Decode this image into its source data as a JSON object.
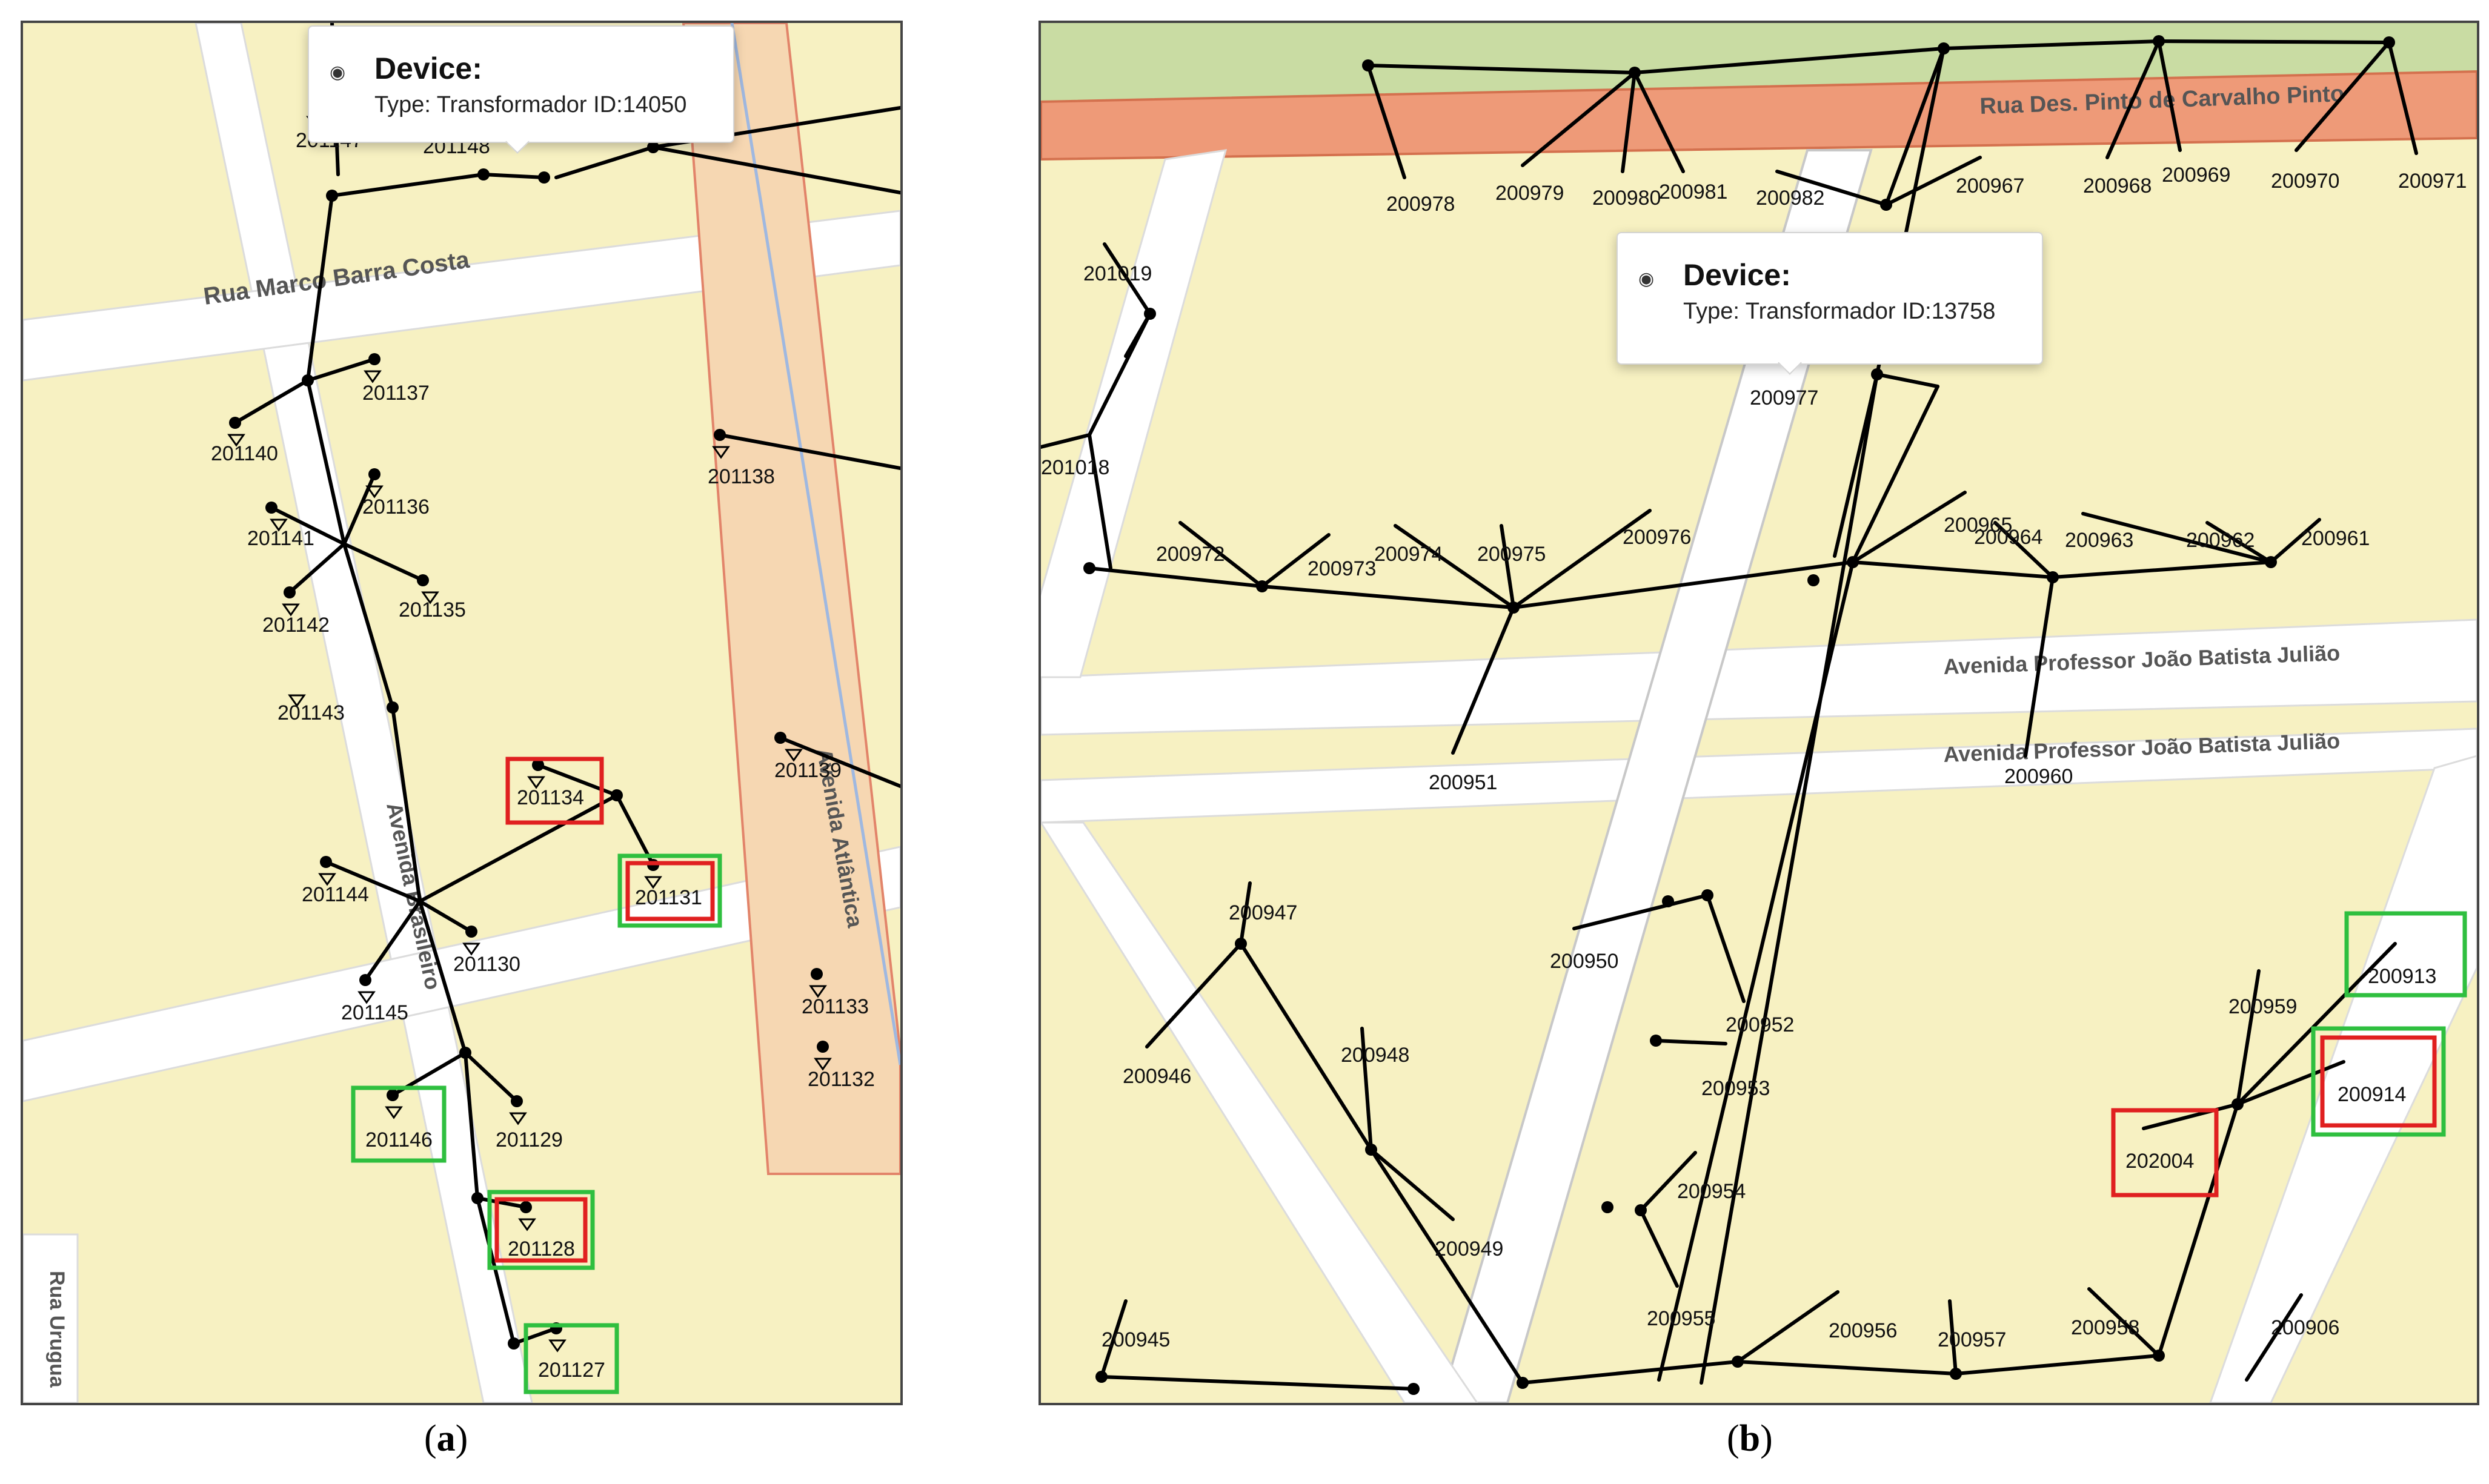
{
  "panel_a": {
    "caption_letter": "a",
    "tooltip": {
      "title": "Device:",
      "type_text": "Type: Transformador ID:14050",
      "icon": "eye-icon"
    },
    "streets": [
      {
        "text": "Rua Marco Barra Costa"
      },
      {
        "text": "Avenida Atlântica"
      },
      {
        "text": "Avenida Brasileiro"
      },
      {
        "text": "Rua Urugua"
      }
    ],
    "meter_labels": [
      "201147",
      "201148",
      "201137",
      "201140",
      "201136",
      "201141",
      "201135",
      "201142",
      "201143",
      "201138",
      "201139",
      "201134",
      "201131",
      "201144",
      "201130",
      "201145",
      "201133",
      "201132",
      "201146",
      "201129",
      "201128",
      "201127"
    ],
    "highlights": [
      {
        "label": "201134",
        "color": "#e02020"
      },
      {
        "label": "201131",
        "color": "#e02020"
      },
      {
        "label": "201131",
        "color": "#2fbf3f"
      },
      {
        "label": "201146",
        "color": "#2fbf3f"
      },
      {
        "label": "201128",
        "color": "#e02020"
      },
      {
        "label": "201128",
        "color": "#2fbf3f"
      },
      {
        "label": "201127",
        "color": "#2fbf3f"
      }
    ]
  },
  "panel_b": {
    "caption_letter": "b",
    "tooltip": {
      "title": "Device:",
      "type_text": "Type: Transformador ID:13758",
      "icon": "eye-icon"
    },
    "streets": [
      {
        "text": "Rua Des. Pinto de Carvalho Pinto"
      },
      {
        "text": "Avenida Professor João Batista Julião"
      },
      {
        "text": "Avenida Professor João Batista Julião"
      }
    ],
    "meter_labels": [
      "200978",
      "200979",
      "200980",
      "200981",
      "200982",
      "200967",
      "200968",
      "200969",
      "200970",
      "200971",
      "201019",
      "201018",
      "200977",
      "200965",
      "200964",
      "200963",
      "200962",
      "200961",
      "200972",
      "200973",
      "200974",
      "200975",
      "200976",
      "200951",
      "200960",
      "200947",
      "200950",
      "200952",
      "200913",
      "200959",
      "200948",
      "200946",
      "200953",
      "200914",
      "202004",
      "200954",
      "200949",
      "200955",
      "200956",
      "200957",
      "200958",
      "200906",
      "200945"
    ],
    "highlights": [
      {
        "label": "200913",
        "color": "#2fbf3f"
      },
      {
        "label": "200914",
        "color": "#e02020"
      },
      {
        "label": "200914",
        "color": "#2fbf3f"
      },
      {
        "label": "202004",
        "color": "#e02020"
      }
    ]
  },
  "colors": {
    "land": "#f7f1c2",
    "road": "#ffffff",
    "avenue": "#f6d7b2",
    "avenue_border": "#e2846a",
    "highway": "#ee9a78",
    "park": "#c9dca3",
    "line": "#000000",
    "red_box": "#e02020",
    "green_box": "#2fbf3f"
  }
}
